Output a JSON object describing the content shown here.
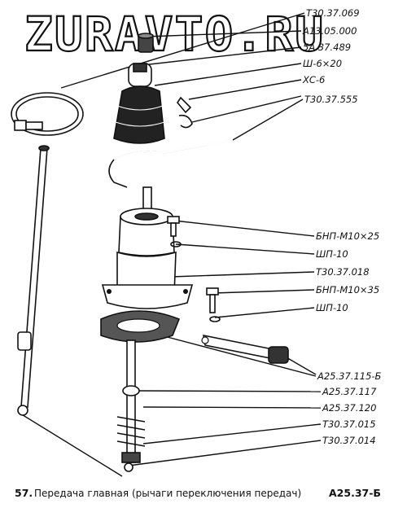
{
  "watermark": "ZURAVTO.RU",
  "labels": {
    "t30_37_069": "Т30.37.069",
    "a13_05_000": "А13.05.000",
    "5a_37_489": "5А.37.489",
    "sh_6x20": "Ш-6×20",
    "hs_6": "ХС-6",
    "t30_37_555": "Т30.37.555",
    "bnp_m10x25": "БНП-М10×25",
    "shp_10_a": "ШП-10",
    "t30_37_018": "Т30.37.018",
    "bnp_m10x35": "БНП-М10×35",
    "shp_10_b": "ШП-10",
    "a25_37_115_b": "А25.37.115-Б",
    "a25_37_117": "А25.37.117",
    "a25_37_120": "А25.37.120",
    "t30_37_015": "Т30.37.015",
    "t30_37_014": "Т30.37.014"
  },
  "caption": {
    "number": "57.",
    "text": "Передача главная (рычаги переключения передач)",
    "code": "А25.37-Б"
  }
}
